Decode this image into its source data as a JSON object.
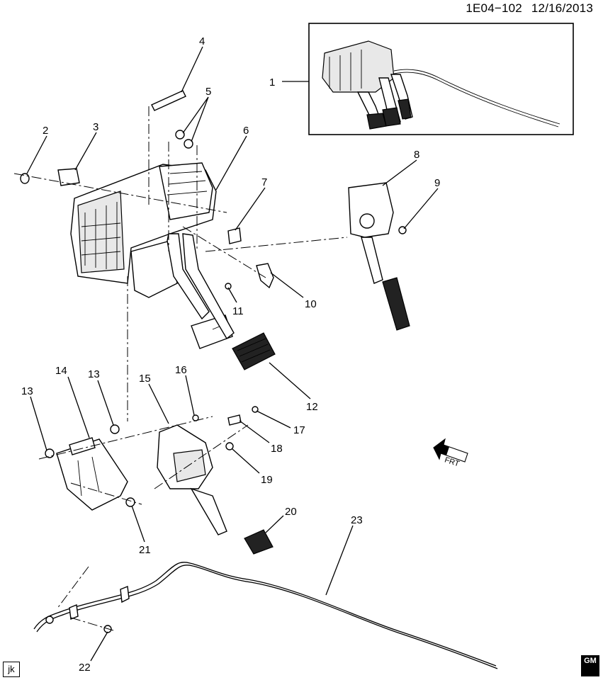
{
  "header": {
    "code": "1E04−102",
    "date": "12/16/2013"
  },
  "callouts": [
    "1",
    "2",
    "3",
    "4",
    "5",
    "6",
    "7",
    "8",
    "9",
    "10",
    "11",
    "12",
    "13",
    "13",
    "14",
    "15",
    "16",
    "17",
    "18",
    "19",
    "20",
    "21",
    "22",
    "23"
  ],
  "direction_label": "FRT",
  "corner_tag": "jk",
  "brand_mark": "GM"
}
